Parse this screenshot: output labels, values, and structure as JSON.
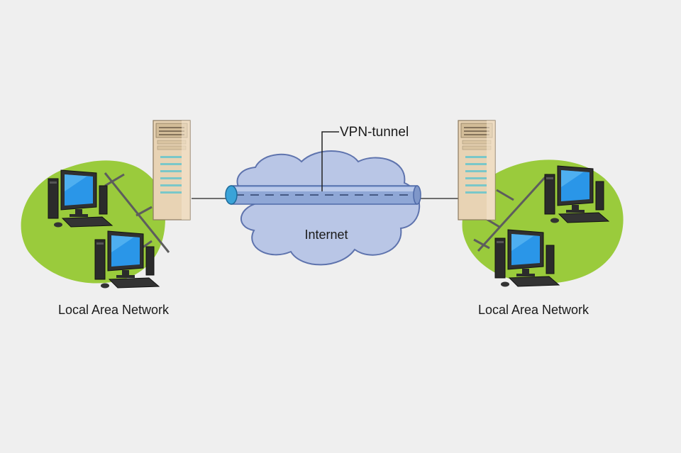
{
  "labels": {
    "vpn_tunnel": "VPN-tunnel",
    "internet": "Internet",
    "lan_left": "Local Area Network",
    "lan_right": "Local Area Network"
  },
  "colors": {
    "background": "#efefef",
    "lan_area": "#9acb3c",
    "cloud_fill": "#b9c6e6",
    "cloud_stroke": "#5e73ad",
    "tunnel_body": "#8fa7d6",
    "tunnel_end": "#3aa3d8",
    "server_case": "#e8d3b4",
    "monitor_screen": "#2a96e8",
    "equipment_dark": "#2b2b2b",
    "cable": "#5d5d5d"
  },
  "icons": {
    "server": "server-tower-icon",
    "workstation": "desktop-computer-icon",
    "network": "cloud-icon"
  }
}
